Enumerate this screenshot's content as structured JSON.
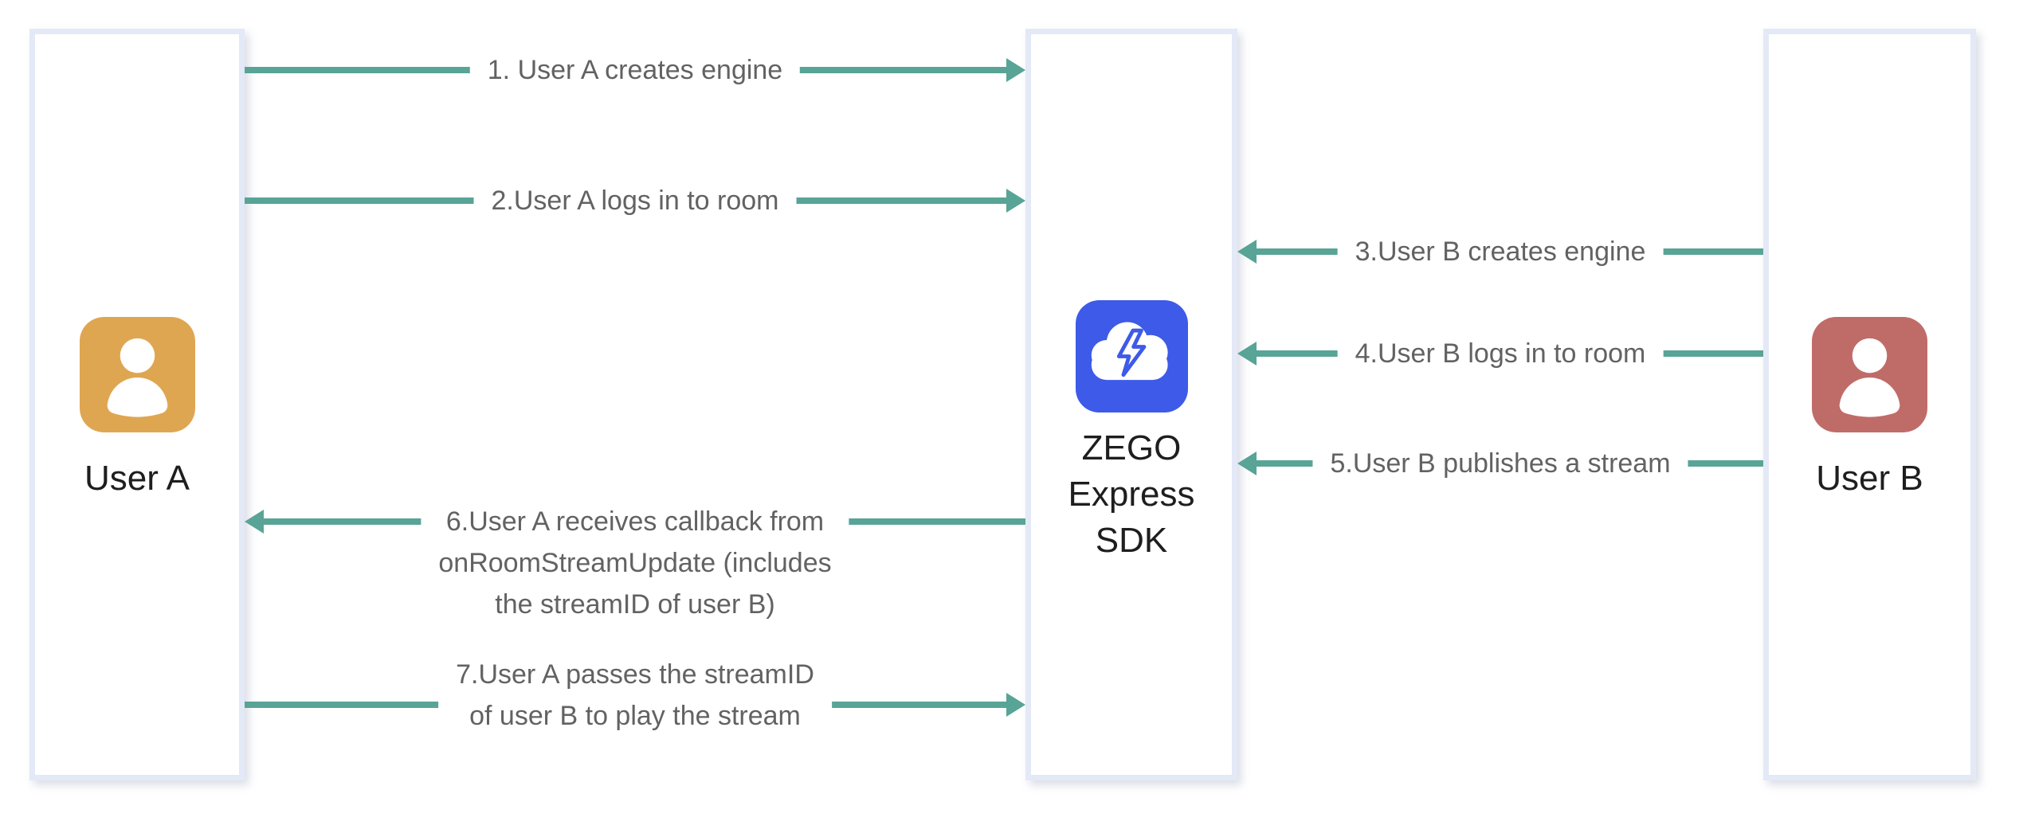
{
  "diagram": {
    "nodes": [
      {
        "id": "user-a",
        "label": "User A",
        "icon": "user-icon",
        "icon_color": "#dfa652"
      },
      {
        "id": "zego-sdk",
        "label": "ZEGO Express SDK",
        "label_lines": [
          "ZEGO",
          "Express",
          "SDK"
        ],
        "icon": "cloud-lightning-icon",
        "icon_color": "#3d5ae8"
      },
      {
        "id": "user-b",
        "label": "User B",
        "icon": "user-icon",
        "icon_color": "#bf6c69"
      }
    ],
    "arrows": [
      {
        "step": "1",
        "from": "user-a",
        "to": "zego-sdk",
        "label_lines": [
          "1. User A creates engine"
        ]
      },
      {
        "step": "2",
        "from": "user-a",
        "to": "zego-sdk",
        "label_lines": [
          "2.User A logs in to room"
        ]
      },
      {
        "step": "3",
        "from": "user-b",
        "to": "zego-sdk",
        "label_lines": [
          "3.User B creates engine"
        ]
      },
      {
        "step": "4",
        "from": "user-b",
        "to": "zego-sdk",
        "label_lines": [
          "4.User B logs in to room"
        ]
      },
      {
        "step": "5",
        "from": "user-b",
        "to": "zego-sdk",
        "label_lines": [
          "5.User B publishes a stream"
        ]
      },
      {
        "step": "6",
        "from": "zego-sdk",
        "to": "user-a",
        "label_lines": [
          "6.User A receives callback from",
          "onRoomStreamUpdate (includes",
          "the streamID of user B)"
        ]
      },
      {
        "step": "7",
        "from": "user-a",
        "to": "zego-sdk",
        "label_lines": [
          "7.User A passes the streamID",
          "of user B to play the stream"
        ]
      }
    ],
    "colors": {
      "arrow": "#58a496",
      "box_border": "#e3e9f6",
      "box_fill": "#ffffff",
      "arrow_label_text": "#626262",
      "node_label_text": "#1e1e1e",
      "user_a_icon": "#dfa652",
      "user_b_icon": "#bf6c69",
      "sdk_icon": "#3d5ae8"
    }
  }
}
